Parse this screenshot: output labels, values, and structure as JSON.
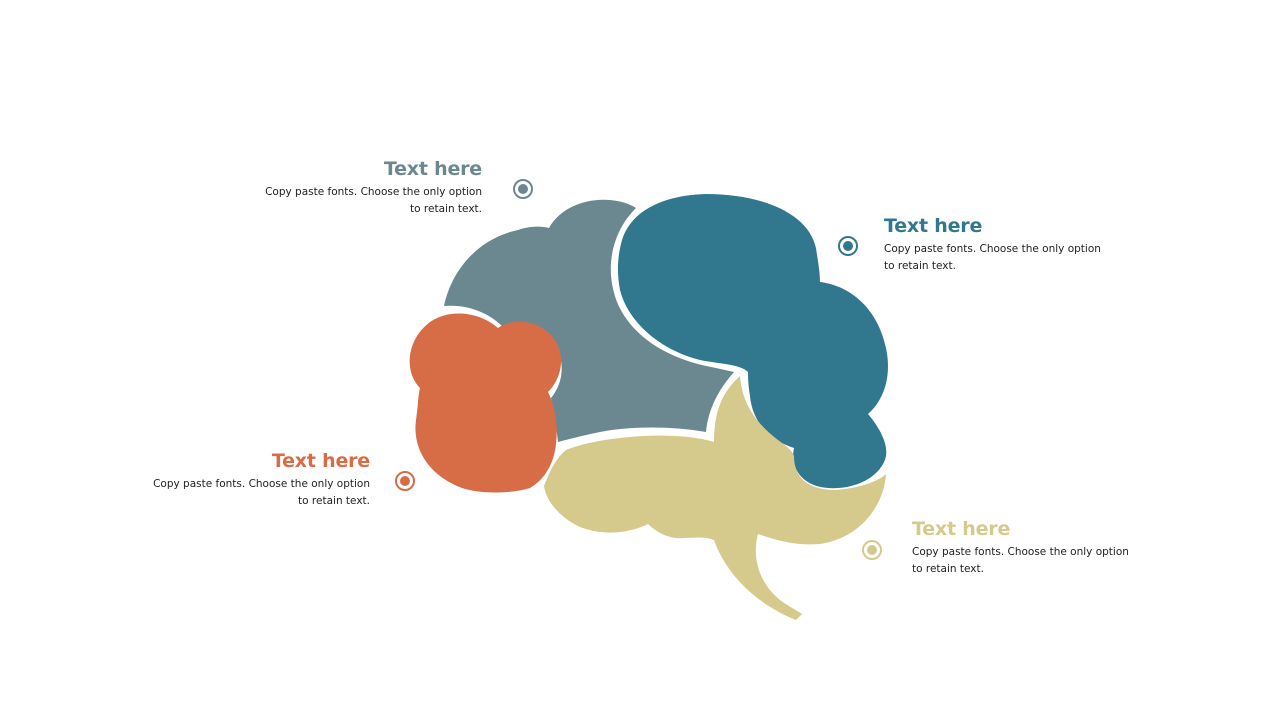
{
  "colors": {
    "slate": "#6b8890",
    "teal": "#31788f",
    "orange": "#d76d47",
    "sand": "#d6c98c",
    "body_text": "#222222",
    "background": "#ffffff"
  },
  "callouts": [
    {
      "id": "top-left",
      "title": "Text here",
      "line1": "Copy paste fonts. Choose the only option",
      "line2": "to retain text.",
      "color": "#6b8890",
      "icon": "target-marker-icon"
    },
    {
      "id": "top-right",
      "title": "Text here",
      "line1": "Copy paste fonts. Choose the only option",
      "line2": "to retain text.",
      "color": "#31788f",
      "icon": "target-marker-icon"
    },
    {
      "id": "bottom-left",
      "title": "Text here",
      "line1": "Copy paste fonts. Choose the only option",
      "line2": "to retain text.",
      "color": "#d76d47",
      "icon": "target-marker-icon"
    },
    {
      "id": "bottom-right",
      "title": "Text here",
      "line1": "Copy paste fonts. Choose the only option",
      "line2": "to retain text.",
      "color": "#d6c98c",
      "icon": "target-marker-icon"
    }
  ]
}
